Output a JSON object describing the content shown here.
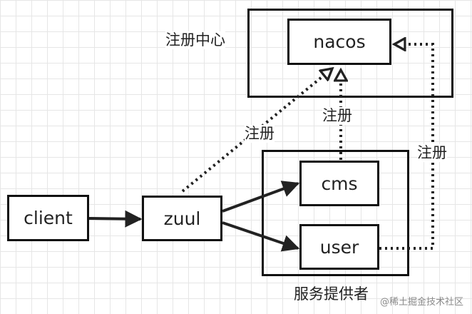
{
  "nodes": {
    "nacos": "nacos",
    "cms": "cms",
    "user": "user",
    "client": "client",
    "zuul": "zuul"
  },
  "groups": {
    "registry_center": "注册中心",
    "service_provider": "服务提供者"
  },
  "edge_labels": {
    "zuul_register": "注册",
    "cms_register": "注册",
    "user_register": "注册"
  },
  "watermark": "@稀土掘金技术社区"
}
